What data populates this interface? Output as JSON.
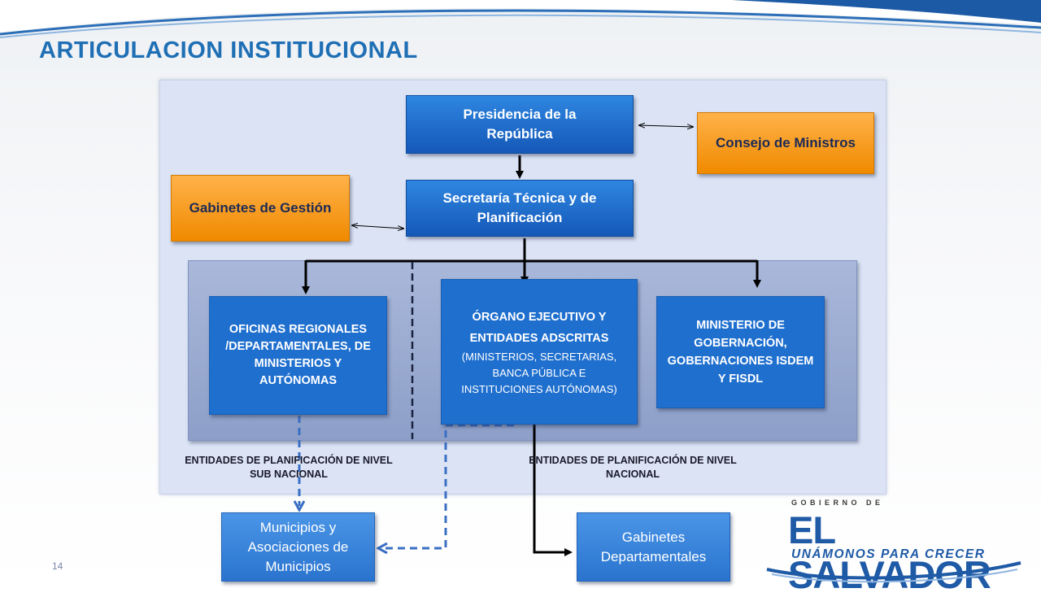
{
  "slide": {
    "title": "ARTICULACION INSTITUCIONAL",
    "page_number": "14"
  },
  "diagram": {
    "presidencia": "Presidencia de la República",
    "consejo": "Consejo de Ministros",
    "secretaria": "Secretaría Técnica y de Planificación",
    "gabinetes_gestion": "Gabinetes de Gestión",
    "oficinas": "OFICINAS REGIONALES /DEPARTAMENTALES, DE MINISTERIOS Y AUTÓNOMAS",
    "organo_title": "ÓRGANO EJECUTIVO Y ENTIDADES ADSCRITAS",
    "organo_sub": "(MINISTERIOS, SECRETARIAS, BANCA PÚBLICA E INSTITUCIONES AUTÓNOMAS)",
    "ministerio": "MINISTERIO DE GOBERNACIÓN, GOBERNACIONES ISDEM Y FISDL",
    "caption_sub": "ENTIDADES DE PLANIFICACIÓN DE NIVEL SUB NACIONAL",
    "caption_nac": "ENTIDADES DE PLANIFICACIÓN DE NIVEL NACIONAL",
    "municipios": "Municipios y Asociaciones de Municipios",
    "gabinetes_dep": "Gabinetes Departamentales"
  },
  "logo": {
    "top": "GOBIERNO DE",
    "main": "EL SALVADOR",
    "slogan": "UNÁMONOS PARA CRECER"
  },
  "colors": {
    "title": "#1f6fb5",
    "box_blue": "#1f6fce",
    "box_orange": "#f08a00",
    "panel": "#dbe3f5"
  }
}
